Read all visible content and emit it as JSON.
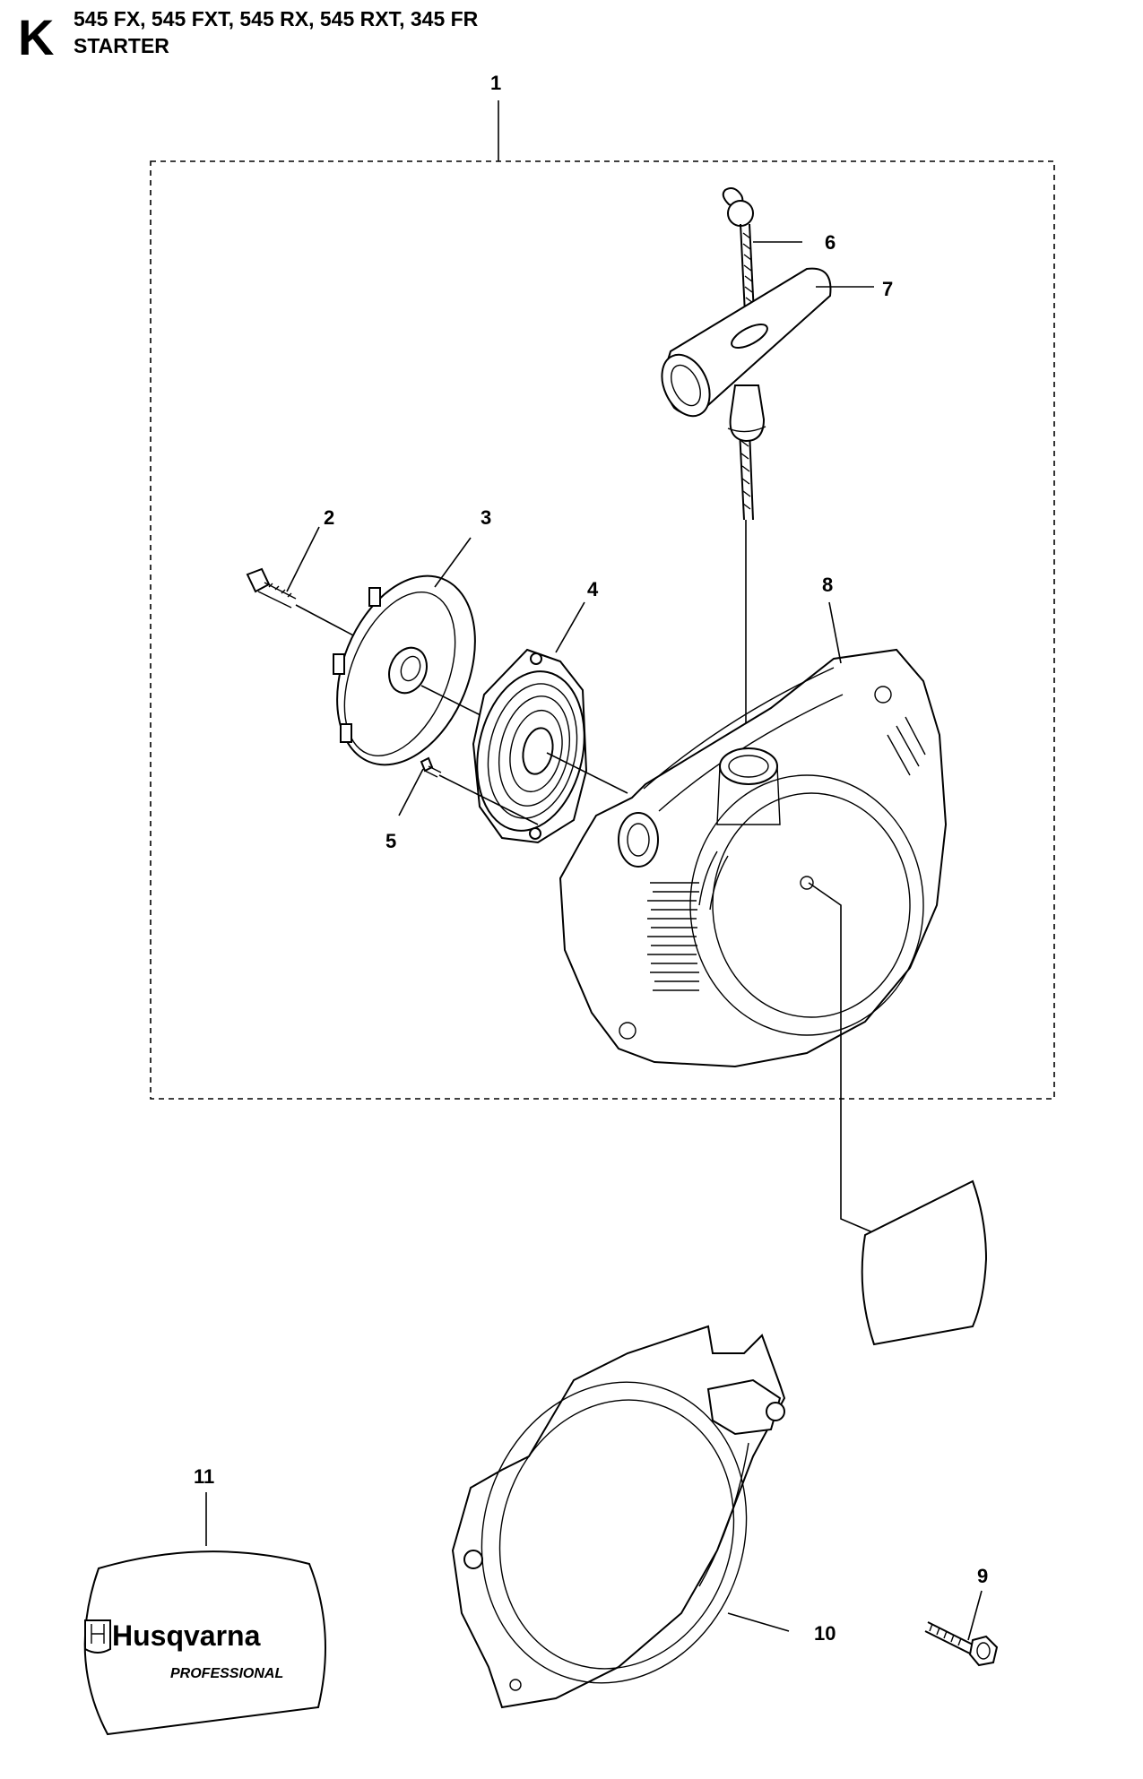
{
  "header": {
    "section_letter": "K",
    "models": "545 FX, 545 FXT, 545 RX, 545 RXT, 345 FR",
    "subtitle": "STARTER"
  },
  "callouts": [
    "1",
    "2",
    "3",
    "4",
    "5",
    "6",
    "7",
    "8",
    "9",
    "10",
    "11"
  ],
  "logo": {
    "brand": "Husqvarna",
    "tagline": "PROFESSIONAL"
  }
}
